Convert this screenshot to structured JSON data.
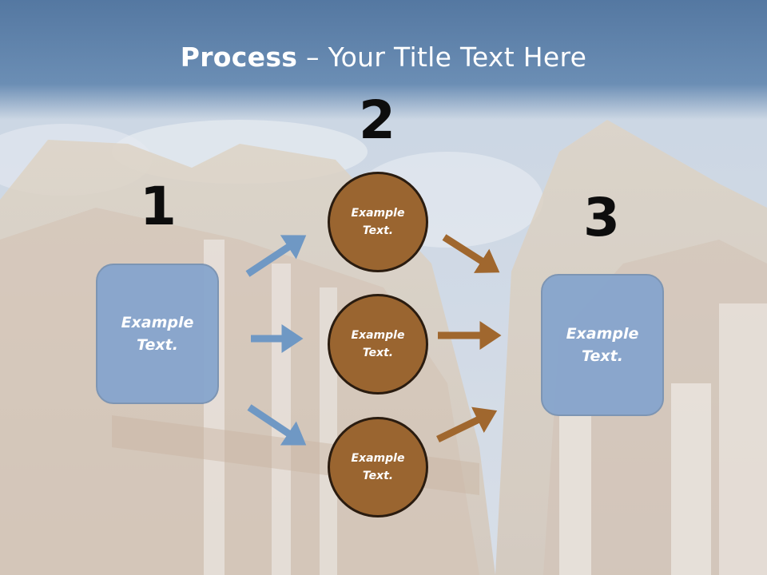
{
  "title": {
    "bold": "Process",
    "rest": " – Your Title Text Here"
  },
  "steps": {
    "one": "1",
    "two": "2",
    "three": "3"
  },
  "left_box": {
    "line1": "Example",
    "line2": "Text."
  },
  "right_box": {
    "line1": "Example",
    "line2": "Text."
  },
  "circles": [
    {
      "line1": "Example",
      "line2": "Text."
    },
    {
      "line1": "Example",
      "line2": "Text."
    },
    {
      "line1": "Example",
      "line2": "Text."
    }
  ],
  "colors": {
    "title_band": "#5a7ea8",
    "box_fill": "#86a4cc",
    "circle_fill": "#9a6530",
    "left_arrow": "#6f98c4",
    "right_arrow": "#a0672e"
  }
}
